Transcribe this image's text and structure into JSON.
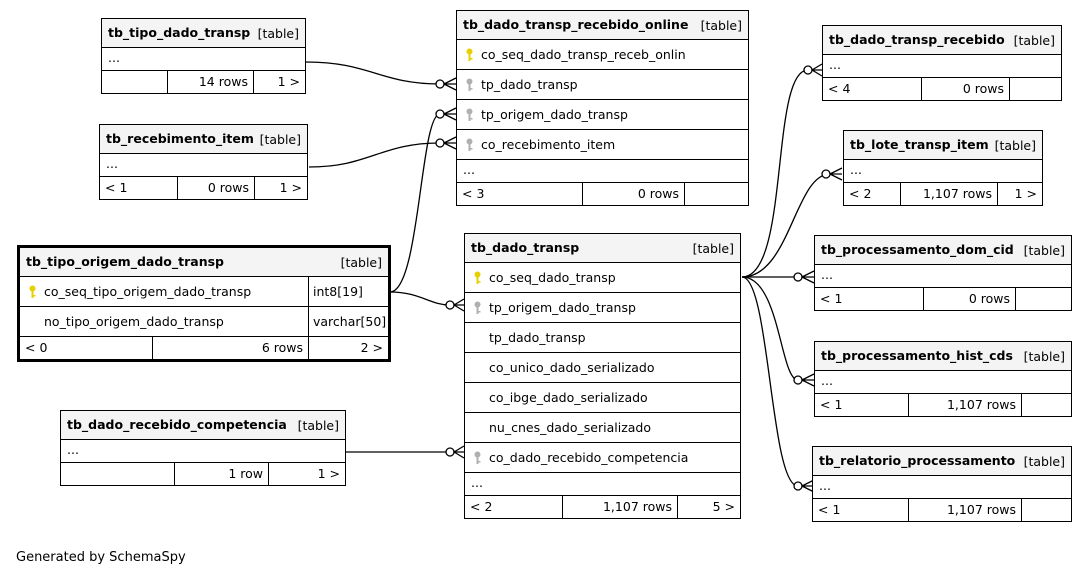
{
  "footer_text": "Generated by SchemaSpy",
  "table_tag": "[table]",
  "ellipsis": "...",
  "tables": {
    "tipo_dado": {
      "name": "tb_tipo_dado_transp",
      "children": "",
      "rows": "14 rows",
      "parents": "1 >"
    },
    "recebimento_item": {
      "name": "tb_recebimento_item",
      "children": "< 1",
      "rows": "0 rows",
      "parents": "1 >"
    },
    "tipo_origem": {
      "name": "tb_tipo_origem_dado_transp",
      "columns": [
        {
          "name": "co_seq_tipo_origem_dado_transp",
          "type": "int8[19]",
          "key": "primary"
        },
        {
          "name": "no_tipo_origem_dado_transp",
          "type": "varchar[50]",
          "key": "none"
        }
      ],
      "children": "< 0",
      "rows": "6 rows",
      "parents": "2 >"
    },
    "recebido_competencia": {
      "name": "tb_dado_recebido_competencia",
      "children": "",
      "rows": "1 row",
      "parents": "1 >"
    },
    "recebido_online": {
      "name": "tb_dado_transp_recebido_online",
      "columns": [
        {
          "name": "co_seq_dado_transp_receb_onlin",
          "key": "primary"
        },
        {
          "name": "tp_dado_transp",
          "key": "foreign"
        },
        {
          "name": "tp_origem_dado_transp",
          "key": "foreign"
        },
        {
          "name": "co_recebimento_item",
          "key": "foreign"
        }
      ],
      "children": "< 3",
      "rows": "0 rows",
      "parents": ""
    },
    "dado_transp": {
      "name": "tb_dado_transp",
      "columns": [
        {
          "name": "co_seq_dado_transp",
          "key": "primary"
        },
        {
          "name": "tp_origem_dado_transp",
          "key": "foreign"
        },
        {
          "name": "tp_dado_transp",
          "key": "none"
        },
        {
          "name": "co_unico_dado_serializado",
          "key": "none"
        },
        {
          "name": "co_ibge_dado_serializado",
          "key": "none"
        },
        {
          "name": "nu_cnes_dado_serializado",
          "key": "none"
        },
        {
          "name": "co_dado_recebido_competencia",
          "key": "foreign"
        }
      ],
      "children": "< 2",
      "rows": "1,107 rows",
      "parents": "5 >"
    },
    "transp_recebido": {
      "name": "tb_dado_transp_recebido",
      "children": "< 4",
      "rows": "0 rows",
      "parents": ""
    },
    "lote_item": {
      "name": "tb_lote_transp_item",
      "children": "< 2",
      "rows": "1,107 rows",
      "parents": "1 >"
    },
    "proc_dom_cid": {
      "name": "tb_processamento_dom_cid",
      "children": "< 1",
      "rows": "0 rows",
      "parents": ""
    },
    "proc_hist_cds": {
      "name": "tb_processamento_hist_cds",
      "children": "< 1",
      "rows": "1,107 rows",
      "parents": ""
    },
    "relatorio": {
      "name": "tb_relatorio_processamento",
      "children": "< 1",
      "rows": "1,107 rows",
      "parents": ""
    }
  },
  "colors": {
    "primary_key": "#e8d000",
    "foreign_key": "#b0b0b0",
    "line": "#000000",
    "header": "#f4f4f4"
  }
}
